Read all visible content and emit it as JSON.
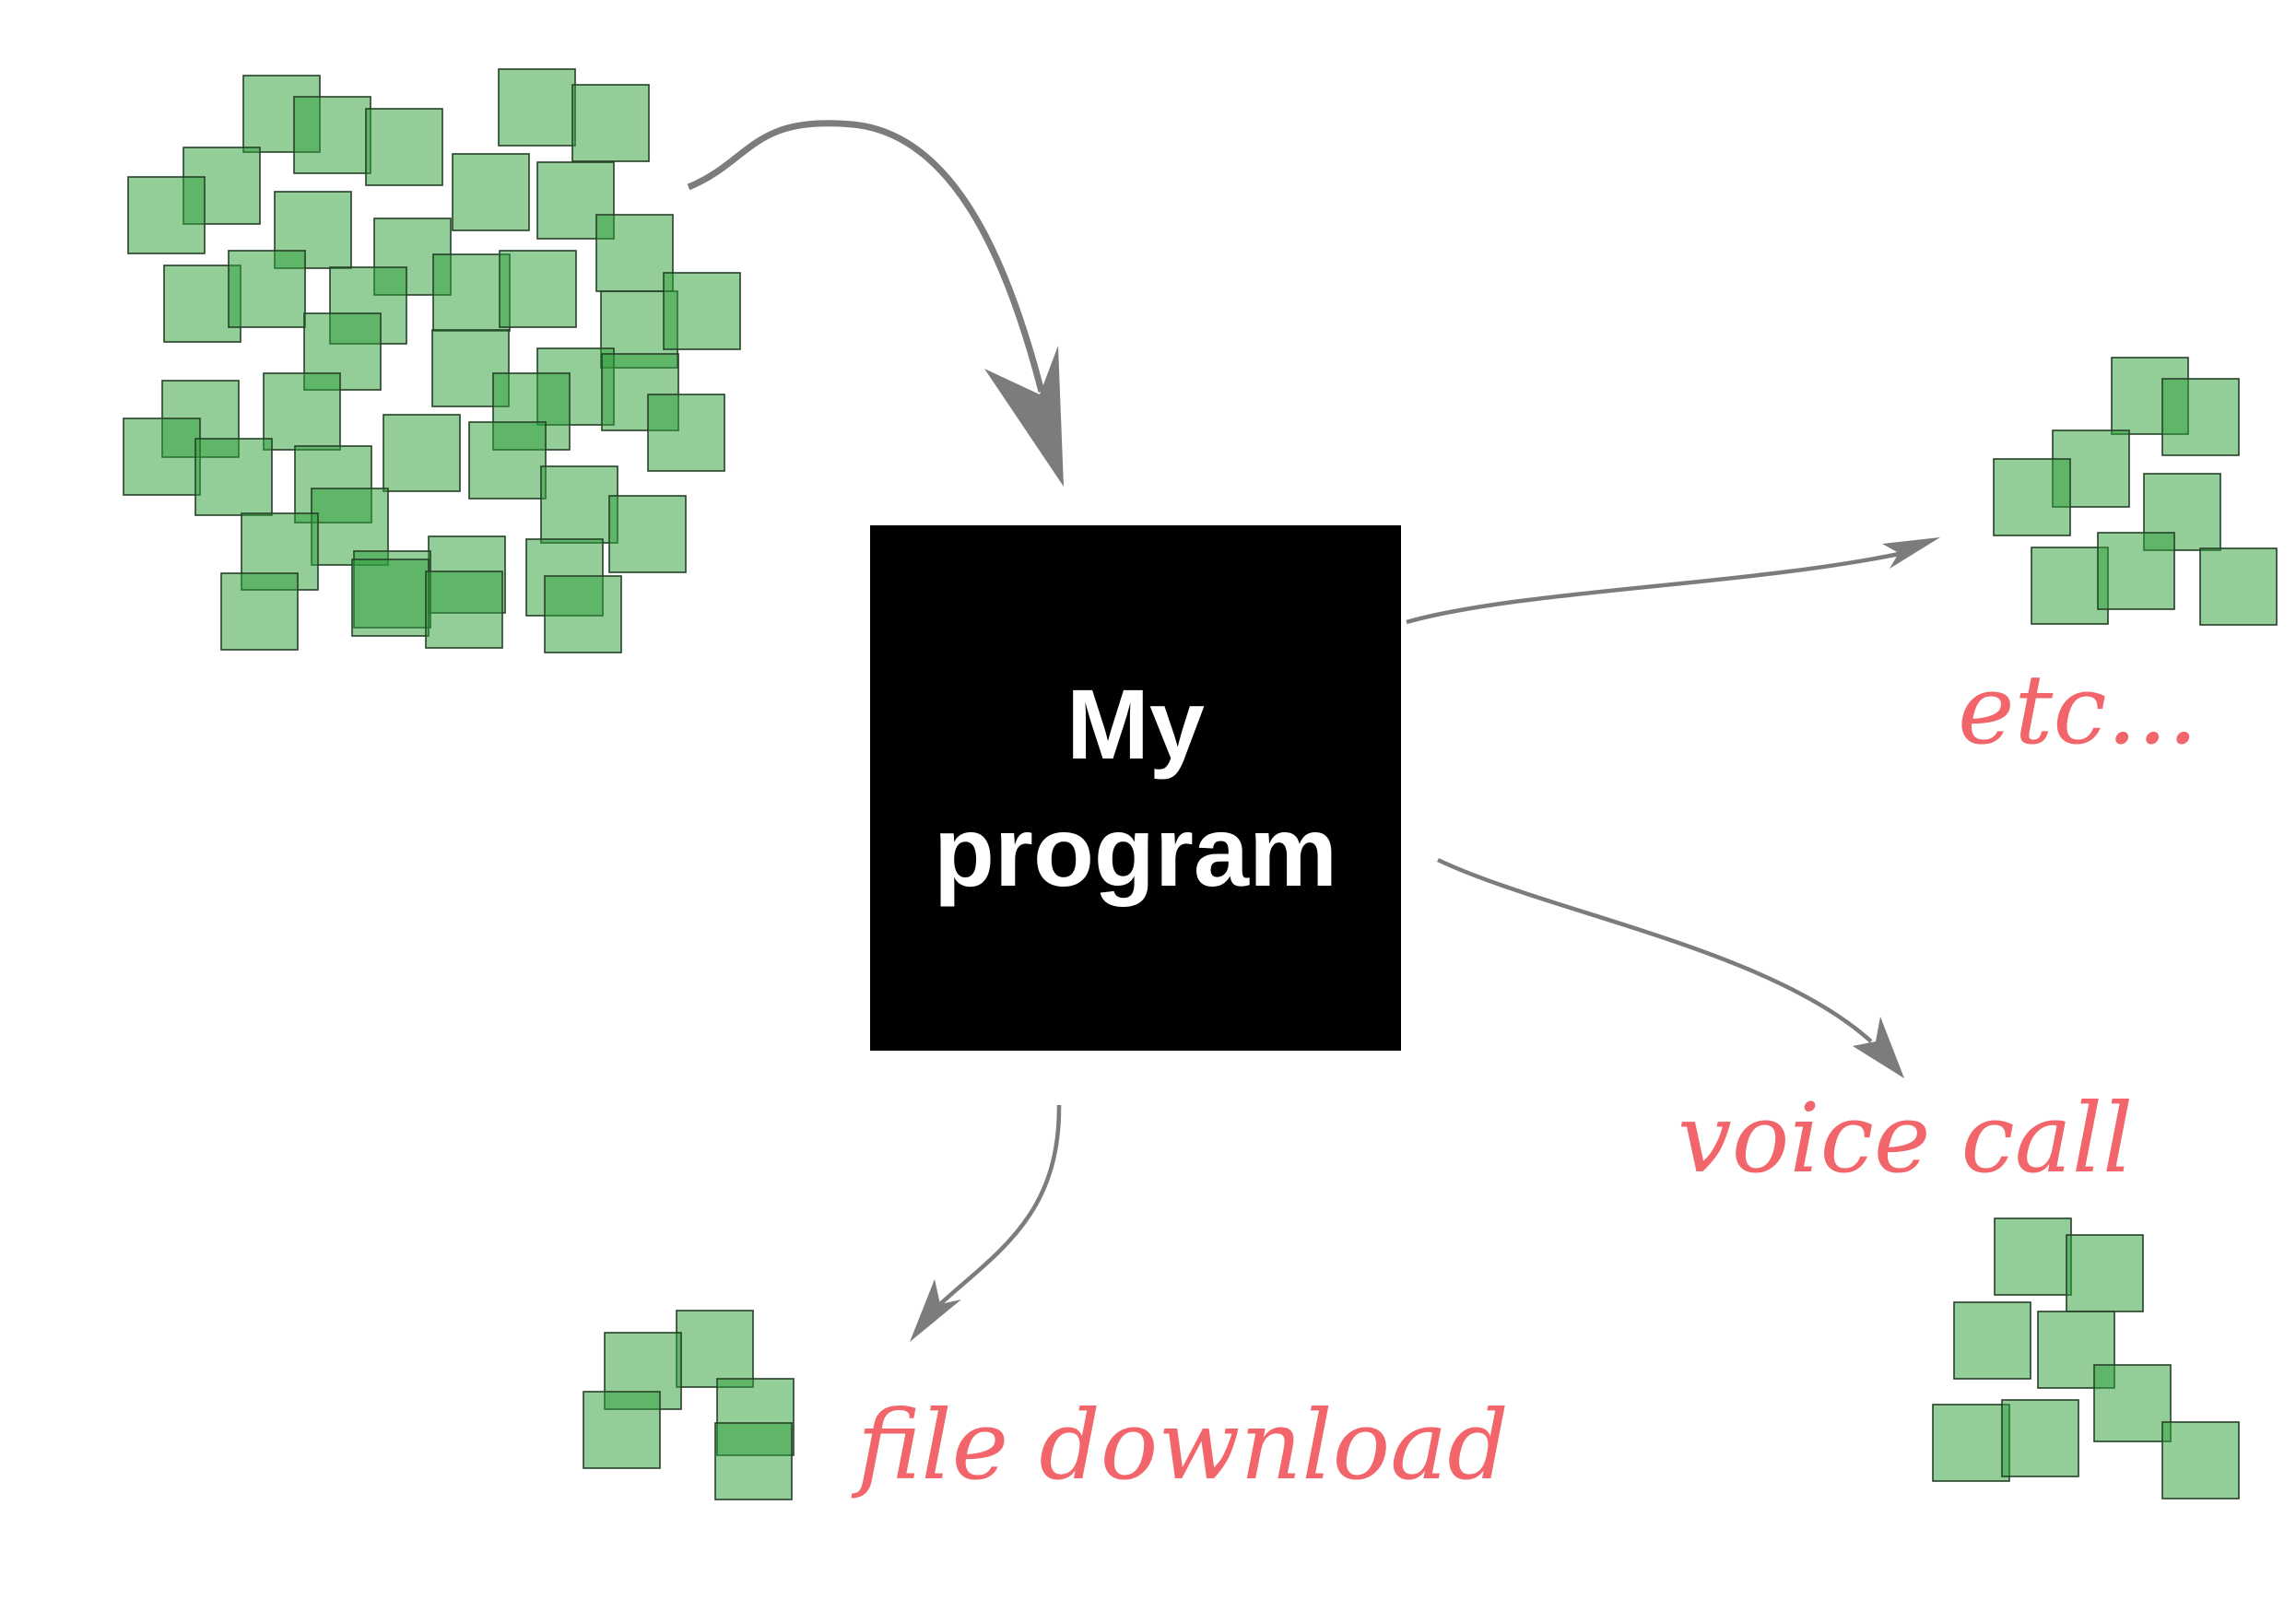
{
  "program_label": "My\nprogram",
  "outputs": {
    "etc_label": "etc...",
    "voice_call_label": "voice call",
    "file_download_label": "file download"
  },
  "icons": {
    "packet": "green-square-packet",
    "arrow": "curved-flow-arrow"
  },
  "colors": {
    "packet_fill": "#2ea03a",
    "program_box": "#000000",
    "program_text": "#ffffff",
    "output_label": "#f2656a",
    "arrow": "#7c7c7c"
  }
}
